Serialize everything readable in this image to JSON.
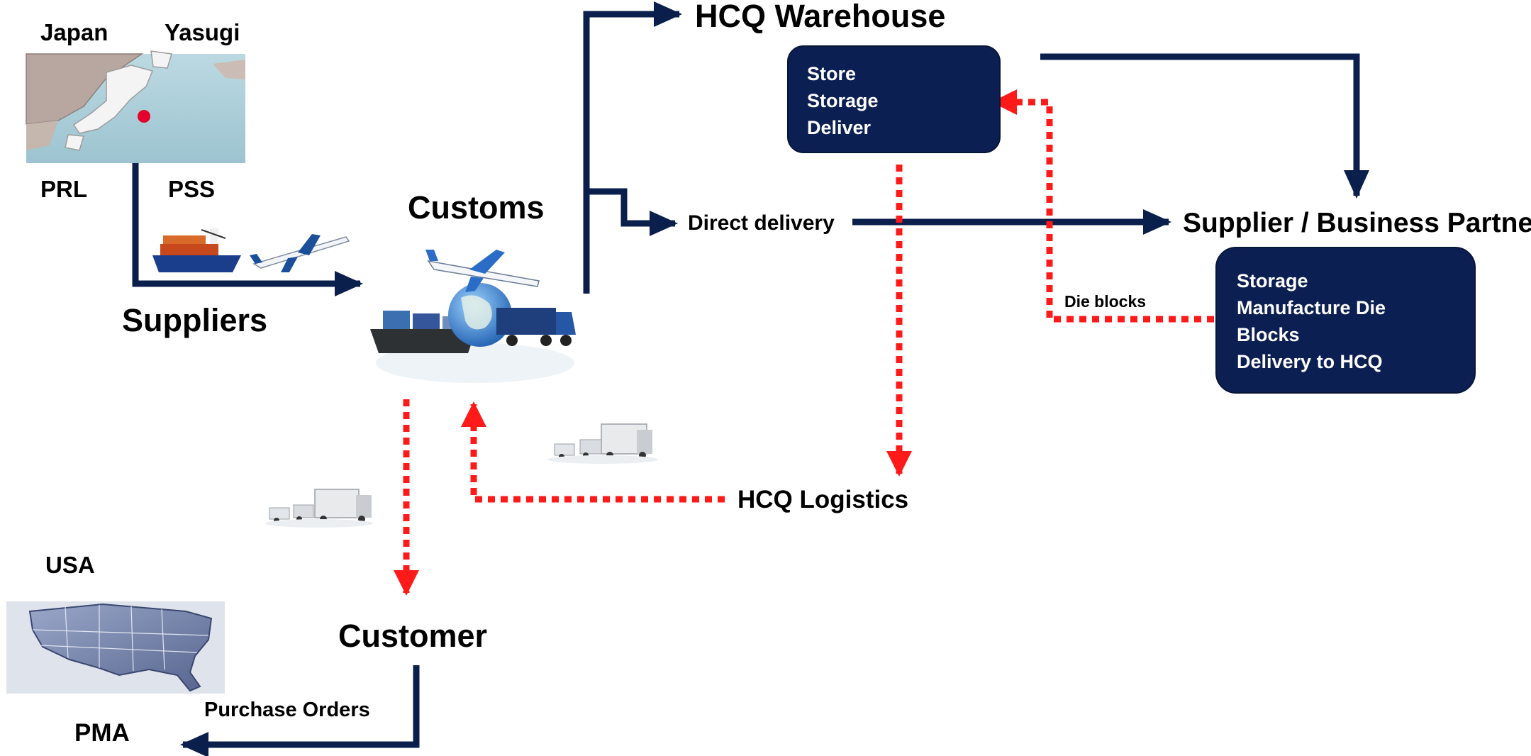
{
  "colors": {
    "navy": "#0b1f4d",
    "box_fill": "#0c1f52",
    "dotted_red": "#ff1a1a",
    "text": "#000000",
    "box_text": "#ffffff"
  },
  "labels": {
    "japan": "Japan",
    "yasugi": "Yasugi",
    "prl": "PRL",
    "pss": "PSS",
    "suppliers": "Suppliers",
    "customs": "Customs",
    "hcq_warehouse": "HCQ Warehouse",
    "direct_delivery": "Direct delivery",
    "supplier_partner": "Supplier / Business Partner",
    "die_blocks": "Die blocks",
    "hcq_logistics": "HCQ Logistics",
    "usa": "USA",
    "customer": "Customer",
    "purchase_orders": "Purchase Orders",
    "pma": "PMA"
  },
  "warehouse_box": {
    "lines": [
      "Store",
      "Storage",
      "Deliver"
    ]
  },
  "partner_box": {
    "lines": [
      "Storage",
      "Manufacture Die",
      "Blocks",
      "Delivery to HCQ"
    ]
  },
  "icons": {
    "japan_map": "japan-map-image",
    "usa_map": "usa-map-image",
    "ship": "cargo-ship-icon",
    "plane": "airplane-icon",
    "customs_cluster": "globe-transport-icon",
    "trucks": "truck-convoy-icon"
  }
}
